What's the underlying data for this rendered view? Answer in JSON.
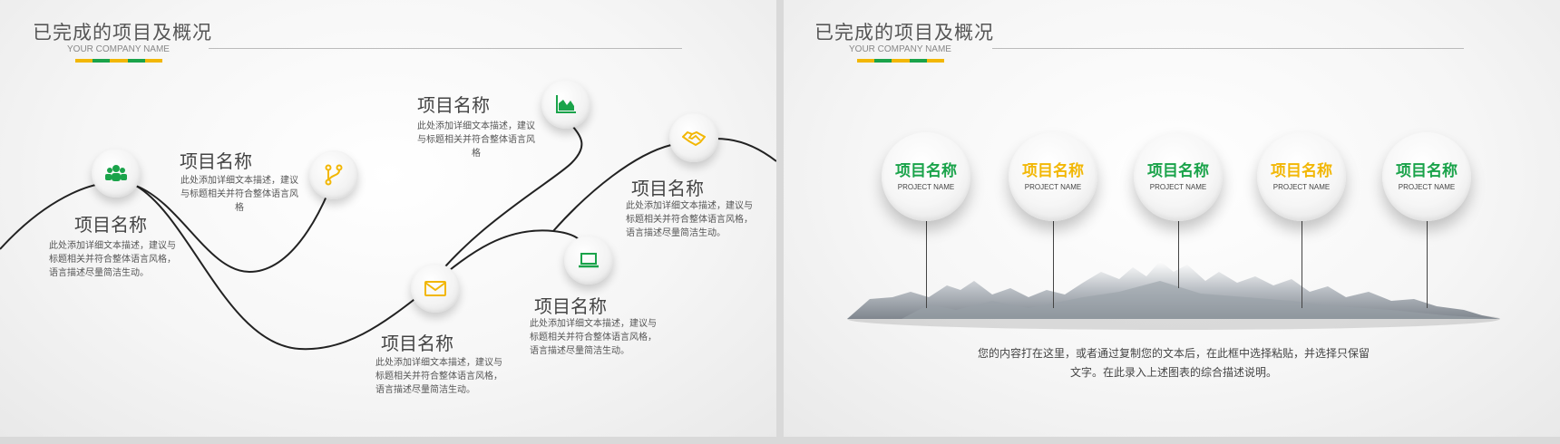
{
  "colors": {
    "green": "#1aa34a",
    "yellow": "#f2b705",
    "title": "#555555"
  },
  "left": {
    "title": "已完成的项目及概况",
    "company": "YOUR COMPANY NAME",
    "items": [
      {
        "icon": "people-icon",
        "heading": "项目名称",
        "text": "此处添加详细文本描述，建议与标题相关并符合整体语言风格，语言描述尽量简洁生动。"
      },
      {
        "icon": "branch-icon",
        "heading": "项目名称",
        "text": "此处添加详细文本描述，建议与标题相关并符合整体语言风格"
      },
      {
        "icon": "area-chart-icon",
        "heading": "项目名称",
        "text": "此处添加详细文本描述，建议与标题相关并符合整体语言风格"
      },
      {
        "icon": "envelope-icon",
        "heading": "项目名称",
        "text": "此处添加详细文本描述，建议与标题相关并符合整体语言风格，语言描述尽量简洁生动。"
      },
      {
        "icon": "laptop-icon",
        "heading": "项目名称",
        "text": "此处添加详细文本描述，建议与标题相关并符合整体语言风格，语言描述尽量简洁生动。"
      },
      {
        "icon": "handshake-icon",
        "heading": "项目名称",
        "text": "此处添加详细文本描述，建议与标题相关并符合整体语言风格，语言描述尽量简洁生动。"
      }
    ]
  },
  "right": {
    "title": "已完成的项目及概况",
    "company": "YOUR COMPANY NAME",
    "circles": [
      {
        "title": "项目名称",
        "sub": "PROJECT NAME",
        "color": "#1aa34a"
      },
      {
        "title": "项目名称",
        "sub": "PROJECT NAME",
        "color": "#f2b705"
      },
      {
        "title": "项目名称",
        "sub": "PROJECT NAME",
        "color": "#1aa34a"
      },
      {
        "title": "项目名称",
        "sub": "PROJECT NAME",
        "color": "#f2b705"
      },
      {
        "title": "项目名称",
        "sub": "PROJECT NAME",
        "color": "#1aa34a"
      }
    ],
    "description": "您的内容打在这里，或者通过复制您的文本后，在此框中选择粘贴，并选择只保留文字。在此录入上述图表的综合描述说明。"
  }
}
